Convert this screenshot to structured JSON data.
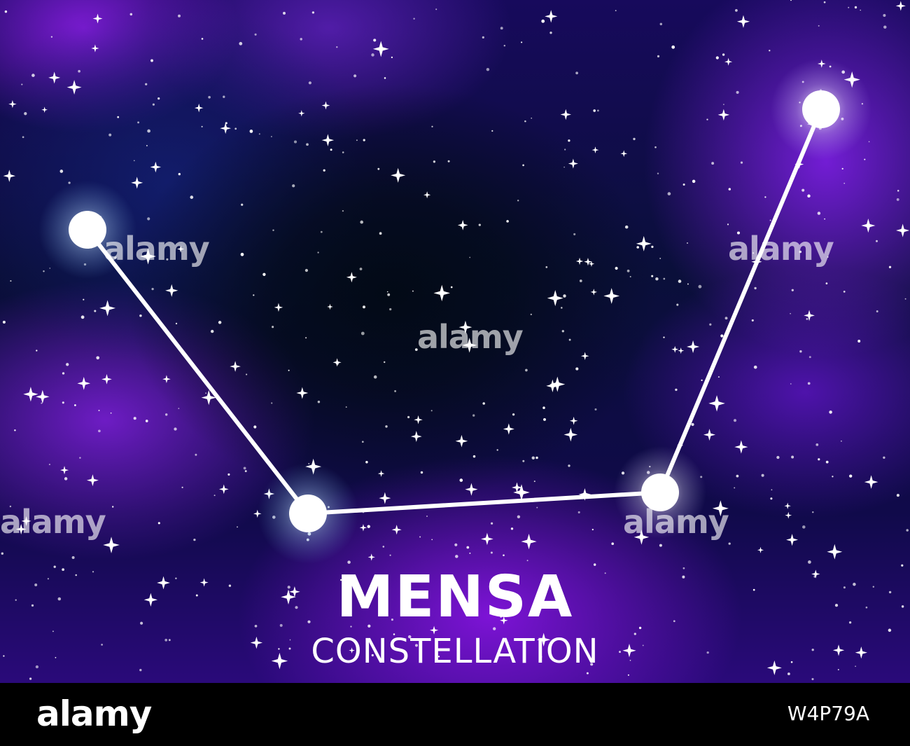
{
  "title": "MENSA",
  "subtitle": "CONSTELLATION",
  "watermark_text": "alamy",
  "footer": {
    "logo": "alamy",
    "image_id": "W4P79A"
  },
  "colors": {
    "background_dark": "#0a0f3a",
    "nebula_purple": "#7a1ed8",
    "line_star": "#ffffff",
    "footer_bg": "#000000"
  },
  "icons": [
    "star-glyph",
    "glow-star"
  ]
}
